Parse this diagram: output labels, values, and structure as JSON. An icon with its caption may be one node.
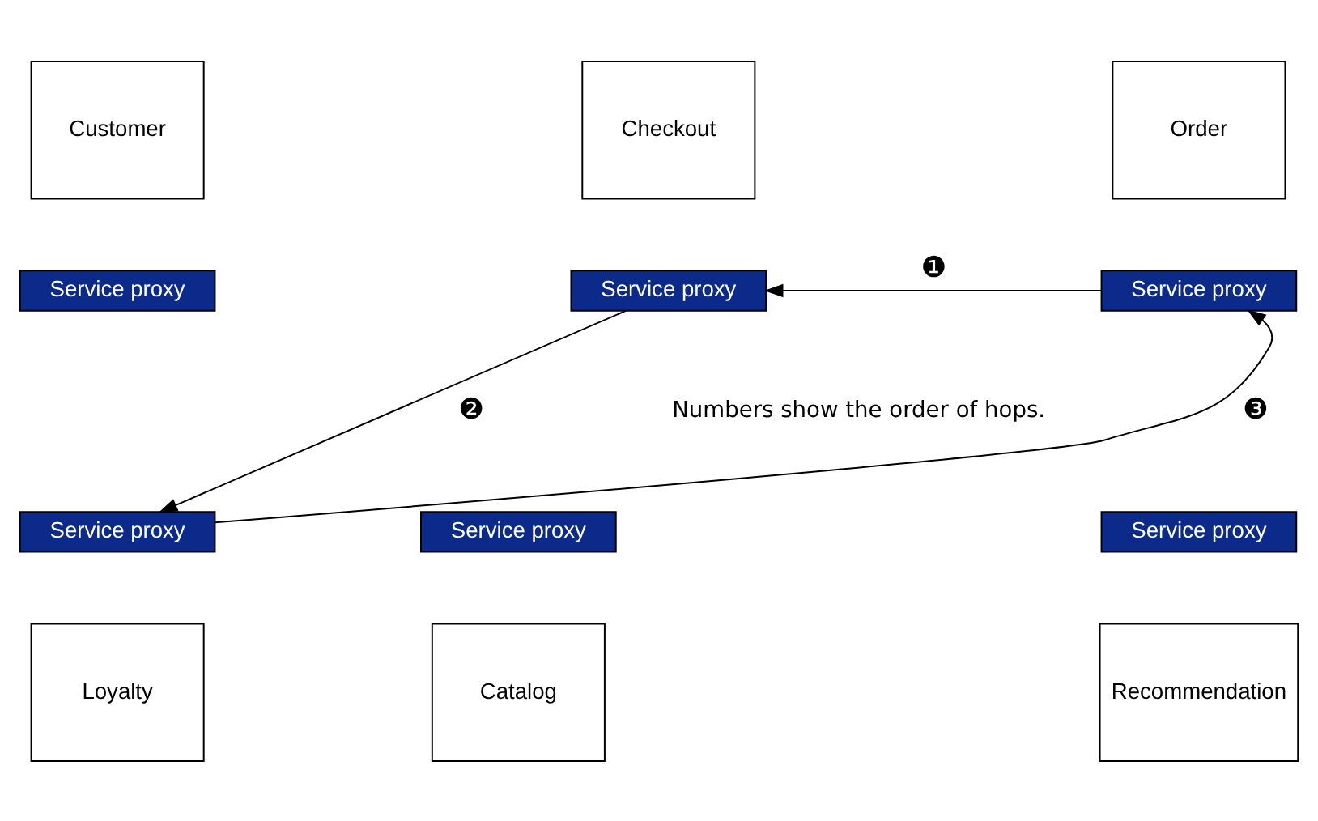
{
  "diagram": {
    "nodes": [
      {
        "text": [
          "Customer"
        ]
      },
      {
        "text": [
          "Service proxy"
        ]
      },
      {
        "text": [
          "Order"
        ]
      },
      {
        "text": [
          "Service proxy"
        ]
      },
      {
        "text": [
          "Checkout"
        ]
      },
      {
        "text": [
          "Service proxy"
        ]
      },
      {
        "text": [
          "Service proxy"
        ]
      },
      {
        "text": [
          "Loyalty"
        ]
      },
      {
        "text": [
          "Service proxy"
        ]
      },
      {
        "text": [
          "Recommendation"
        ]
      },
      {
        "text": [
          "Service proxy"
        ]
      },
      {
        "text": [
          "Catalog"
        ]
      }
    ],
    "edges": [
      {
        "from": 3,
        "to": 5,
        "arrow": "to",
        "label": "❶"
      },
      {
        "from": 5,
        "to": 6,
        "arrow": "to",
        "label": "❷"
      },
      {
        "from": 6,
        "to": 3,
        "arrow": "to",
        "label": "❸"
      }
    ],
    "labels": [
      "Numbers show the order of hops."
    ]
  }
}
